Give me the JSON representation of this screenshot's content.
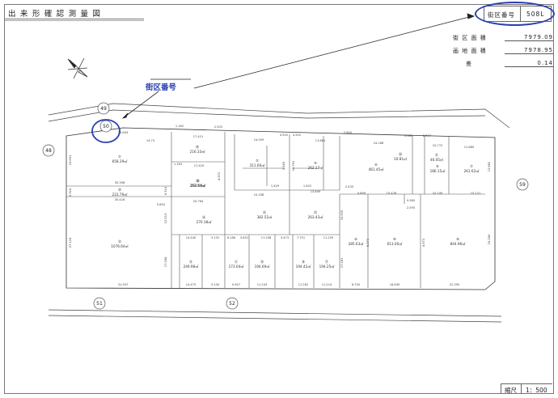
{
  "header": {
    "title": "出 来 形 確 認 測 量 図"
  },
  "block": {
    "label": "街区番号",
    "value": "508L"
  },
  "areas": [
    {
      "label": "街 区 面 積",
      "value": "7979.09"
    },
    {
      "label": "画 地 面 積",
      "value": "7978.95"
    },
    {
      "label": "差",
      "value": "0.14"
    }
  ],
  "annotation": {
    "label": "街区番号",
    "block_number": "50"
  },
  "blocks_around": [
    "49",
    "48",
    "51",
    "52",
    "59"
  ],
  "lots": [
    {
      "id": "lot-1",
      "no": "①",
      "area": "658.29㎡"
    },
    {
      "id": "lot-2",
      "no": "②",
      "area": "311.60㎡"
    },
    {
      "id": "lot-3",
      "no": "③",
      "area": "263.94㎡"
    },
    {
      "id": "lot-4",
      "no": "④",
      "area": "262.17㎡"
    },
    {
      "id": "lot-5",
      "no": "⑤",
      "area": "461.45㎡"
    },
    {
      "id": "lot-6",
      "no": "⑥",
      "area": "186.15㎡"
    },
    {
      "id": "lot-7",
      "no": "⑦",
      "area": "261.62㎡"
    },
    {
      "id": "lot-8",
      "no": "⑧",
      "area": "613.00㎡"
    },
    {
      "id": "lot-9",
      "no": "⑨",
      "area": "285.63㎡"
    },
    {
      "id": "lot-10",
      "no": "⑩",
      "area": "844.96㎡"
    },
    {
      "id": "lot-11",
      "no": "⑪",
      "area": "173.04㎡"
    },
    {
      "id": "lot-12",
      "no": "⑫",
      "area": "249.98㎡"
    },
    {
      "id": "lot-13",
      "no": "⑬",
      "area": "1076.64㎡"
    },
    {
      "id": "lot-14",
      "no": "⑭",
      "area": "223.79㎡"
    },
    {
      "id": "lot-16",
      "no": "⑯",
      "area": "270.38㎡"
    },
    {
      "id": "lot-17",
      "no": "⑰",
      "area": "194.25㎡"
    },
    {
      "id": "lot-18",
      "no": "⑱",
      "area": "194.42㎡"
    },
    {
      "id": "lot-19",
      "no": "⑲",
      "area": "194.69㎡"
    },
    {
      "id": "lot-20",
      "no": "⑳",
      "area": "10.81㎡"
    },
    {
      "id": "lot-21",
      "no": "㉑",
      "area": "46.05㎡"
    },
    {
      "id": "lot-22",
      "no": "㉒",
      "area": "382.52㎡"
    },
    {
      "id": "lot-23",
      "no": "㉓",
      "area": "263.43㎡"
    },
    {
      "id": "lot-24",
      "no": "㉔",
      "area": "216.33㎡"
    },
    {
      "id": "lot-25",
      "no": "㉕",
      "area": "253.54㎡"
    }
  ],
  "dimensions": {
    "d1": "31.843",
    "d2": "1.162",
    "d3": "2.502",
    "d4": "14.73",
    "d5": "17.421",
    "d6": "14.059",
    "d7": "4.502",
    "d8": "4.502",
    "d9": "11.861",
    "d10": "2.640",
    "d11": "0.583",
    "d12": "2.597",
    "d13": "24.186",
    "d14": "10.772",
    "d15": "11.660",
    "d16": "1.163",
    "d17": "17.420",
    "d18": "35.398",
    "d19": "35.416",
    "d20": "20.764",
    "d21": "15.338",
    "d22": "1.429",
    "d23": "1.402",
    "d24": "13.859",
    "d25": "2.435",
    "d26": "15.476",
    "d27": "10.749",
    "d28": "15.121",
    "d29": "0.854",
    "d30": "0.580",
    "d31": "2.595",
    "d32": "0.699",
    "d33": "14.440",
    "d34": "3.132",
    "d35": "6.186",
    "d36": "3.631",
    "d37": "11.258",
    "d38": "3.473",
    "d39": "7.751",
    "d40": "11.259",
    "d41": "31.937",
    "d42": "14.475",
    "d43": "3.130",
    "d44": "9.907",
    "d45": "11.243",
    "d46": "11.262",
    "d47": "11.214",
    "d48": "6.700",
    "d49": "16.639",
    "d50": "22.395",
    "v1": "15.691",
    "v2": "6.324",
    "v3": "27.124",
    "v4": "17.284",
    "v5": "6.314",
    "v6": "12.513",
    "v7": "29.264",
    "v8": "13.882",
    "v9": "4.972",
    "v10": "16.751",
    "v11": "9.549",
    "v12": "17.281",
    "v13": "15.509",
    "v14": "6.373",
    "v15": "4.973"
  },
  "scale": {
    "label": "縮尺",
    "value": "1：500"
  }
}
